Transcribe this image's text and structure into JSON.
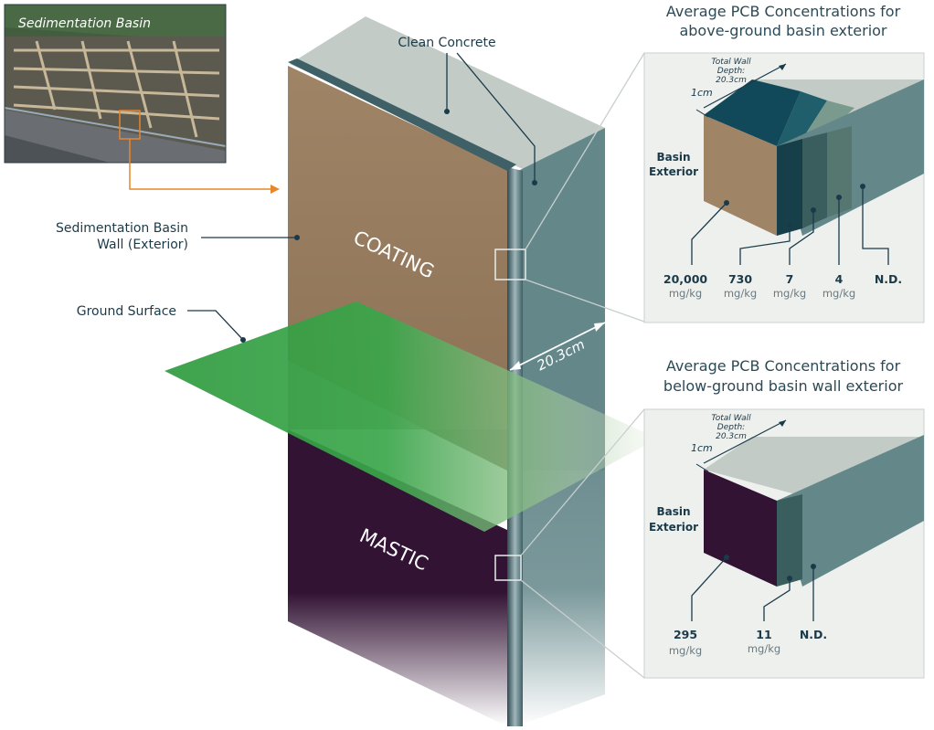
{
  "photo": {
    "label": "Sedimentation Basin"
  },
  "labels": {
    "clean_concrete": "Clean Concrete",
    "wall_line1": "Sedimentation Basin",
    "wall_line2": "Wall (Exterior)",
    "ground_surface": "Ground Surface",
    "coating": "COATING",
    "mastic": "MASTIC",
    "thickness": "20.3cm"
  },
  "panel_above": {
    "title_line1": "Average PCB Concentrations for",
    "title_line2": "above-ground basin exterior",
    "depth_line1": "Total Wall",
    "depth_line2": "Depth:",
    "depth_line3": "20.3cm",
    "one_cm": "1cm",
    "exterior_line1": "Basin",
    "exterior_line2": "Exterior",
    "values": [
      {
        "value": "20,000",
        "unit": "mg/kg"
      },
      {
        "value": "730",
        "unit": "mg/kg"
      },
      {
        "value": "7",
        "unit": "mg/kg"
      },
      {
        "value": "4",
        "unit": "mg/kg"
      },
      {
        "value": "N.D.",
        "unit": ""
      }
    ]
  },
  "panel_below": {
    "title_line1": "Average PCB Concentrations for",
    "title_line2": "below-ground basin wall exterior",
    "depth_line1": "Total Wall",
    "depth_line2": "Depth:",
    "depth_line3": "20.3cm",
    "one_cm": "1cm",
    "exterior_line1": "Basin",
    "exterior_line2": "Exterior",
    "values": [
      {
        "value": "295",
        "unit": "mg/kg"
      },
      {
        "value": "11",
        "unit": "mg/kg"
      },
      {
        "value": "N.D.",
        "unit": ""
      }
    ]
  },
  "colors": {
    "coating": "#a08466",
    "mastic": "#321334",
    "concrete_side": "#64878a",
    "concrete_top": "#c2cbc5",
    "ground": "#2f9a3e",
    "accent_orange": "#e8862a",
    "panel_bg": "#eef0ee"
  }
}
